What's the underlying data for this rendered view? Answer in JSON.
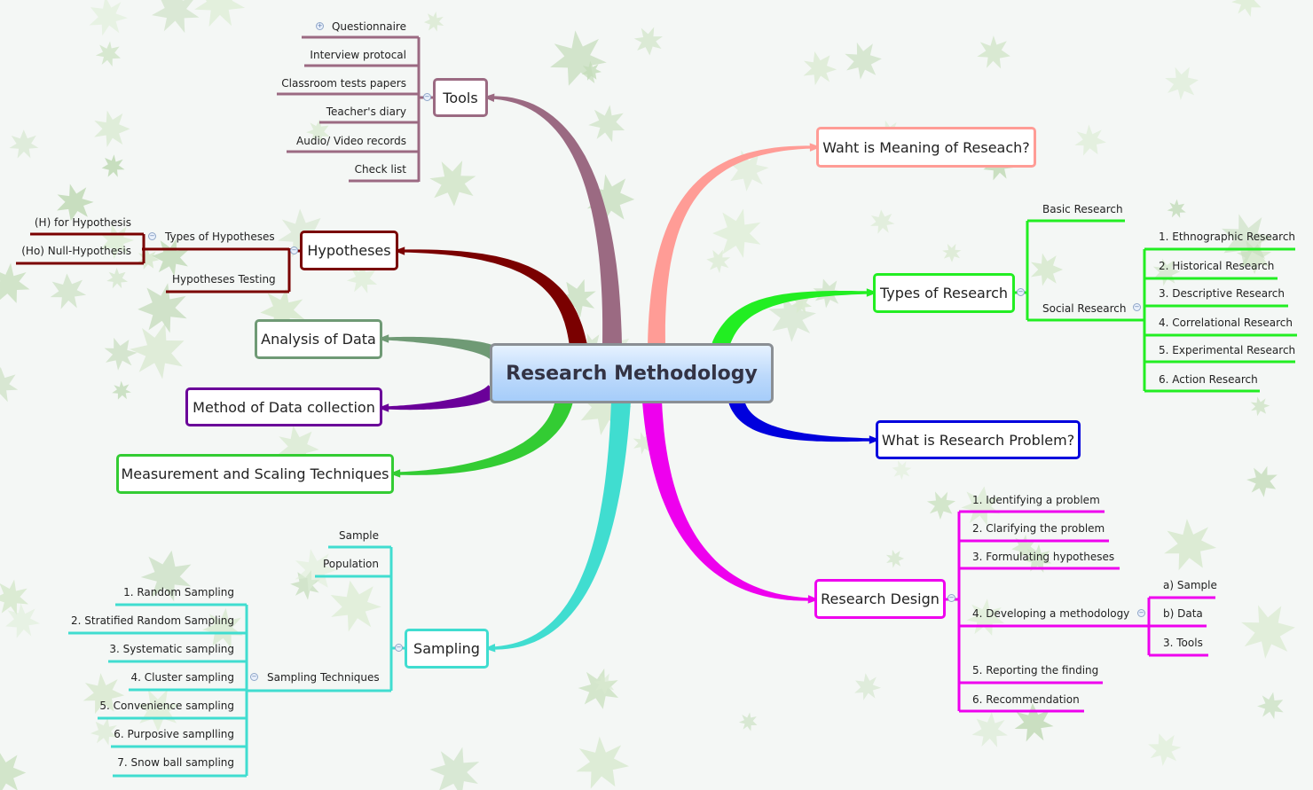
{
  "central": "Research Methodology",
  "topics": {
    "tools": "Tools",
    "meaning": "Waht is Meaning of Reseach?",
    "hypotheses": "Hypotheses",
    "types": "Types of Research",
    "analysis": "Analysis of Data",
    "collection": "Method of Data collection",
    "problem": "What is Research Problem?",
    "measurement": "Measurement and Scaling Techniques",
    "sampling": "Sampling",
    "design": "Research Design"
  },
  "tools_items": [
    "Questionnaire",
    "Interview protocal",
    "Classroom tests papers",
    "Teacher's diary",
    "Audio/ Video records",
    "Check list"
  ],
  "hypotheses_sub": {
    "types_label": "Types of Hypotheses",
    "types_items": [
      "(H) for Hypothesis",
      "(Ho) Null-Hypothesis"
    ],
    "testing": "Hypotheses Testing"
  },
  "research_types": {
    "basic": "Basic Research",
    "social": "Social Research",
    "social_items": [
      "1. Ethnographic Research",
      "2. Historical Research",
      "3. Descriptive Research",
      "4. Correlational Research",
      "5. Experimental Research",
      "6. Action Research"
    ]
  },
  "sampling_sub": {
    "sample": "Sample",
    "population": "Population",
    "techniques_label": "Sampling Techniques",
    "techniques": [
      "1. Random Sampling",
      "2. Stratified Random Sampling",
      "3. Systematic sampling",
      "4. Cluster sampling",
      "5. Convenience sampling",
      "6. Purposive samplling",
      "7. Snow ball sampling"
    ]
  },
  "design_sub": {
    "items": [
      "1. Identifying a problem",
      "2. Clarifying the problem",
      "3. Formulating hypotheses",
      "4. Developing a methodology",
      "5. Reporting the finding",
      "6. Recommendation"
    ],
    "methodology_items": [
      "a) Sample",
      "b) Data",
      "3. Tools"
    ]
  },
  "colors": {
    "tools": "#9b6a82",
    "meaning": "#ff9c96",
    "hypotheses": "#7a0000",
    "types": "#22ee22",
    "analysis": "#6f9a75",
    "collection": "#6a0099",
    "problem": "#0000dd",
    "measurement": "#33cc33",
    "sampling": "#40ddd0",
    "design": "#ee00ee"
  }
}
